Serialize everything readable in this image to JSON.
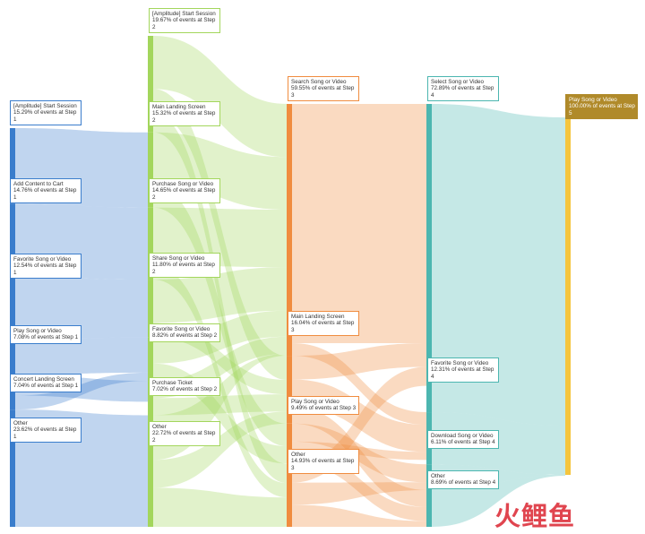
{
  "chart_data": {
    "type": "sankey",
    "step_colors": {
      "1": "#3a7dcc",
      "2": "#a3d65c",
      "3": "#f08c3f",
      "4": "#4cb6b0",
      "5": "#f5c53d"
    },
    "final_label_color": "#b08a2a",
    "steps": [
      {
        "step": 1,
        "nodes": [
          {
            "id": "s1_start",
            "name": "[Amplitude] Start Session",
            "pct_text": "15.29% of events at Step",
            "step_text": "1",
            "value": 15.29
          },
          {
            "id": "s1_cart",
            "name": "Add Content to Cart",
            "pct_text": "14.76% of events at Step",
            "step_text": "1",
            "value": 14.76
          },
          {
            "id": "s1_fav",
            "name": "Favorite Song or Video",
            "pct_text": "12.54% of events at Step",
            "step_text": "1",
            "value": 12.54
          },
          {
            "id": "s1_play",
            "name": "Play Song or Video",
            "pct_text": "7.08% of events at Step 1",
            "step_text": "",
            "value": 7.08
          },
          {
            "id": "s1_concert",
            "name": "Concert Landing Screen",
            "pct_text": "7.04% of events at Step 1",
            "step_text": "",
            "value": 7.04
          },
          {
            "id": "s1_other",
            "name": "Other",
            "pct_text": "23.62% of events at Step",
            "step_text": "1",
            "value": 23.62
          }
        ]
      },
      {
        "step": 2,
        "nodes": [
          {
            "id": "s2_start",
            "name": "[Amplitude] Start Session",
            "pct_text": "19.67% of events at Step",
            "step_text": "2",
            "value": 19.67
          },
          {
            "id": "s2_main",
            "name": "Main Landing Screen",
            "pct_text": "15.32% of events at Step",
            "step_text": "2",
            "value": 15.32
          },
          {
            "id": "s2_purchase",
            "name": "Purchase Song or Video",
            "pct_text": "14.65% of events at Step",
            "step_text": "2",
            "value": 14.65
          },
          {
            "id": "s2_share",
            "name": "Share Song or Video",
            "pct_text": "11.80% of events at Step",
            "step_text": "2",
            "value": 11.8
          },
          {
            "id": "s2_fav",
            "name": "Favorite Song or Video",
            "pct_text": "8.82% of events at Step 2",
            "step_text": "",
            "value": 8.82
          },
          {
            "id": "s2_ticket",
            "name": "Purchase Ticket",
            "pct_text": "7.02% of events at Step 2",
            "step_text": "",
            "value": 7.02
          },
          {
            "id": "s2_other",
            "name": "Other",
            "pct_text": "22.72% of events at Step",
            "step_text": "2",
            "value": 22.72
          }
        ]
      },
      {
        "step": 3,
        "nodes": [
          {
            "id": "s3_search",
            "name": "Search Song or Video",
            "pct_text": "59.55% of events at Step",
            "step_text": "3",
            "value": 59.55
          },
          {
            "id": "s3_main",
            "name": "Main Landing Screen",
            "pct_text": "16.04% of events at Step",
            "step_text": "3",
            "value": 16.04
          },
          {
            "id": "s3_play",
            "name": "Play Song or Video",
            "pct_text": "9.49% of events at Step 3",
            "step_text": "",
            "value": 9.49
          },
          {
            "id": "s3_other",
            "name": "Other",
            "pct_text": "14.93% of events at Step",
            "step_text": "3",
            "value": 14.93
          }
        ]
      },
      {
        "step": 4,
        "nodes": [
          {
            "id": "s4_select",
            "name": "Select Song or Video",
            "pct_text": "72.89% of events at Step",
            "step_text": "4",
            "value": 72.89
          },
          {
            "id": "s4_fav",
            "name": "Favorite Song or Video",
            "pct_text": "12.31% of events at Step",
            "step_text": "4",
            "value": 12.31
          },
          {
            "id": "s4_download",
            "name": "Download Song or Video",
            "pct_text": "6.11% of events at Step 4",
            "step_text": "",
            "value": 6.11
          },
          {
            "id": "s4_other",
            "name": "Other",
            "pct_text": "8.69% of events at Step 4",
            "step_text": "",
            "value": 8.69
          }
        ]
      },
      {
        "step": 5,
        "nodes": [
          {
            "id": "s5_play",
            "name": "Play Song or Video",
            "pct_text": "100.00% of events at Step",
            "step_text": "5",
            "value": 100
          }
        ]
      }
    ]
  },
  "watermark": "火鲤鱼"
}
